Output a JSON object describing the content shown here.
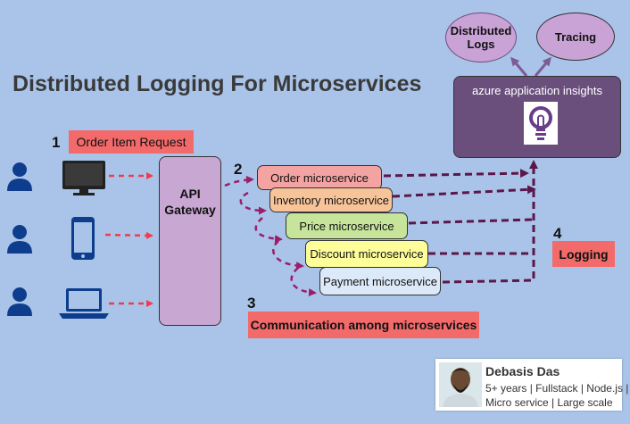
{
  "title": "Distributed Logging For Microservices",
  "step1": {
    "number": "1",
    "label": "Order Item Request"
  },
  "step2": {
    "number": "2"
  },
  "step3": {
    "number": "3",
    "label": "Communication among microservices"
  },
  "step4": {
    "number": "4",
    "label": "Logging"
  },
  "gateway": {
    "line1": "API",
    "line2": "Gateway"
  },
  "insights": {
    "label": "azure application insights",
    "icon": "lightbulb-icon"
  },
  "outputs": {
    "logs_line1": "Distributed",
    "logs_line2": "Logs",
    "tracing": "Tracing"
  },
  "clients": [
    "desktop-monitor-icon",
    "mobile-phone-icon",
    "laptop-icon"
  ],
  "services": [
    {
      "label": "Order microservice",
      "color": "#f4a3a3"
    },
    {
      "label": "Inventory microservice",
      "color": "#f7c49a"
    },
    {
      "label": "Price microservice",
      "color": "#c6e59b"
    },
    {
      "label": "Discount microservice",
      "color": "#fdfd9a"
    },
    {
      "label": "Payment microservice",
      "color": "#dce9f9"
    }
  ],
  "author": {
    "name": "Debasis Das",
    "line1": "5+ years | Fullstack | Node.js |",
    "line2": "Micro service | Large scale"
  },
  "colors": {
    "background": "#a9c4e8",
    "request_arrow": "#f23b4b",
    "service_arrow": "#9b1e6b",
    "logging_arrow": "#5c1649",
    "insights": "#6a4f7d",
    "ellipse": "#c9a2d6",
    "label_box": "#f36a6a"
  }
}
